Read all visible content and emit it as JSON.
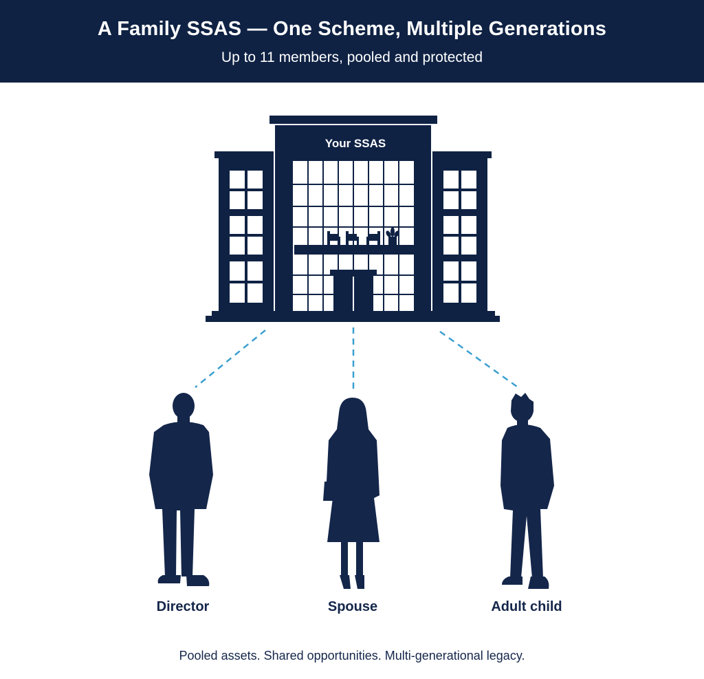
{
  "header": {
    "title": "A Family SSAS — One Scheme, Multiple Generations",
    "subtitle": "Up to 11 members, pooled and protected"
  },
  "building": {
    "sign": "Your SSAS"
  },
  "members": [
    {
      "label": "Director"
    },
    {
      "label": "Spouse"
    },
    {
      "label": "Adult child"
    }
  ],
  "footer": {
    "tagline": "Pooled assets. Shared opportunities. Multi-generational legacy."
  },
  "colors": {
    "navy": "#0f2244",
    "figure": "#14264a",
    "connector": "#3a9fd0",
    "background": "#ffffff"
  }
}
